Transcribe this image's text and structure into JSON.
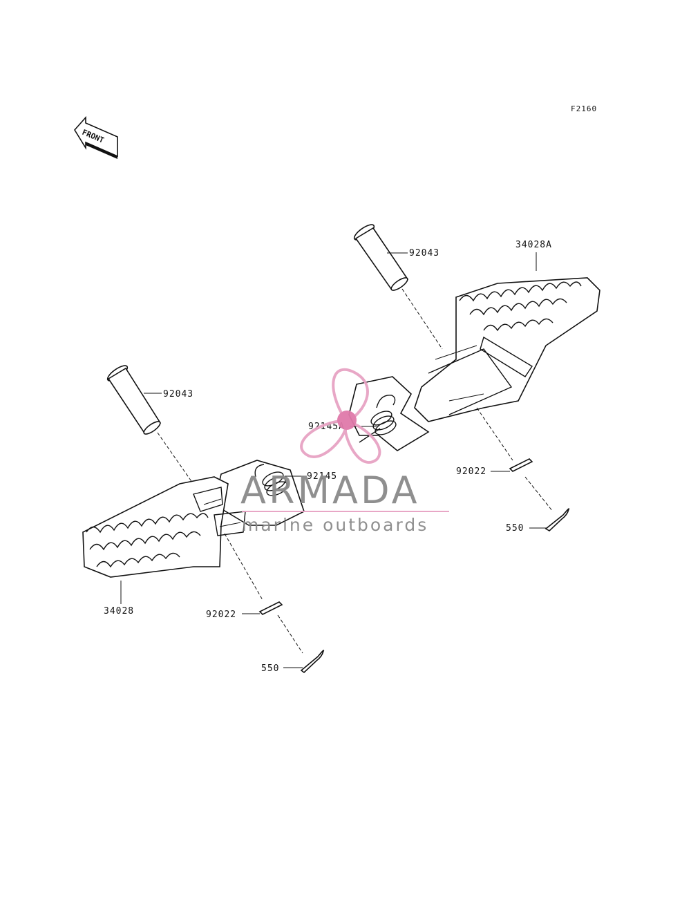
{
  "diagram_code": "F2160",
  "front_label": "FRONT",
  "parts": {
    "pin_right": "92043",
    "footpeg_right": "34028A",
    "spring_right": "92145A",
    "washer_right": "92022",
    "cotter_right": "550",
    "pin_left": "92043",
    "spring_left": "92145",
    "footpeg_left": "34028",
    "washer_left": "92022",
    "cotter_left": "550"
  },
  "watermark": {
    "brand": "ARMADA",
    "tagline": "marine outboards",
    "colors": {
      "propeller": "#e7a3c3",
      "hub": "#e07aaa",
      "text": "#8a8a8a",
      "rule": "#e7a3c3"
    }
  }
}
